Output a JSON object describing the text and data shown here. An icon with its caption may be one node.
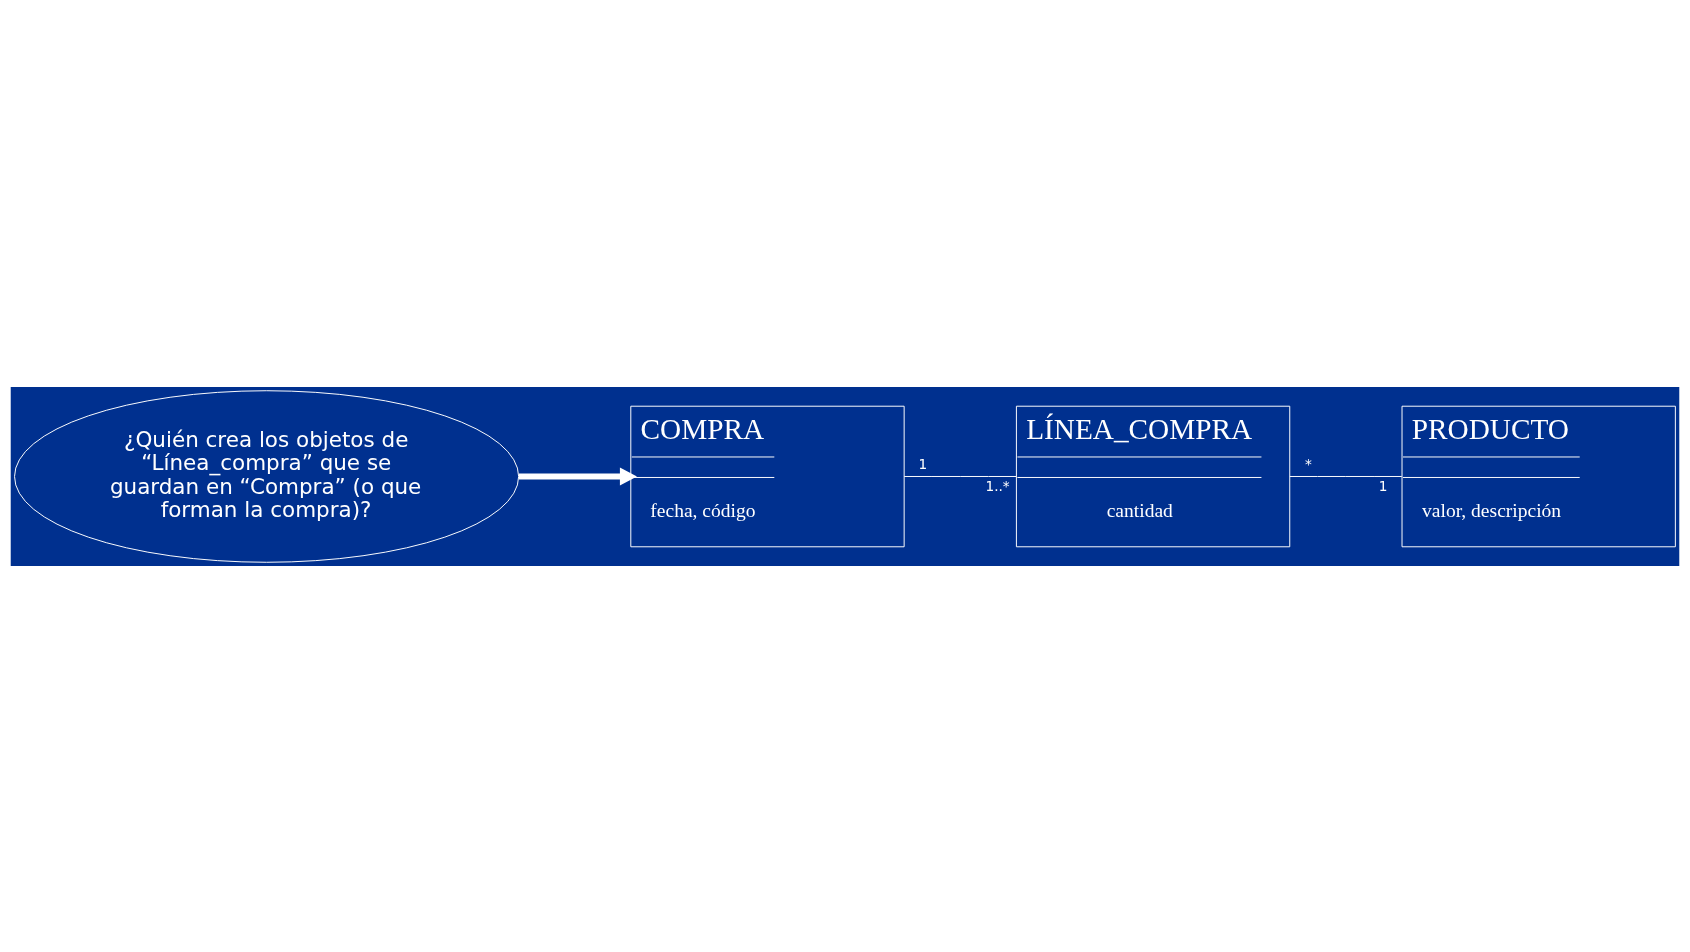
{
  "diagram": {
    "nodes": [
      {
        "text": [
          "COMPRA",
          "fecha, código"
        ]
      },
      {
        "text": [
          "¿Quién crea los objetos de “Línea_compra” que se guardan en “Compra” (o que forman la compra)?"
        ]
      },
      {
        "text": [
          "LÍNEA_COMPRA",
          "cantidad"
        ]
      },
      {
        "text": [
          "PRODUCTO",
          "valor, descripción"
        ]
      }
    ],
    "edges": [
      {
        "from": 1,
        "to": 0,
        "arrow": "to",
        "style": "thick"
      },
      {
        "from": 0,
        "to": 2,
        "arrow": "none"
      },
      {
        "from": 2,
        "to": 3,
        "arrow": "none"
      }
    ],
    "labels": [
      "1",
      "1..*",
      "*",
      "1"
    ]
  }
}
